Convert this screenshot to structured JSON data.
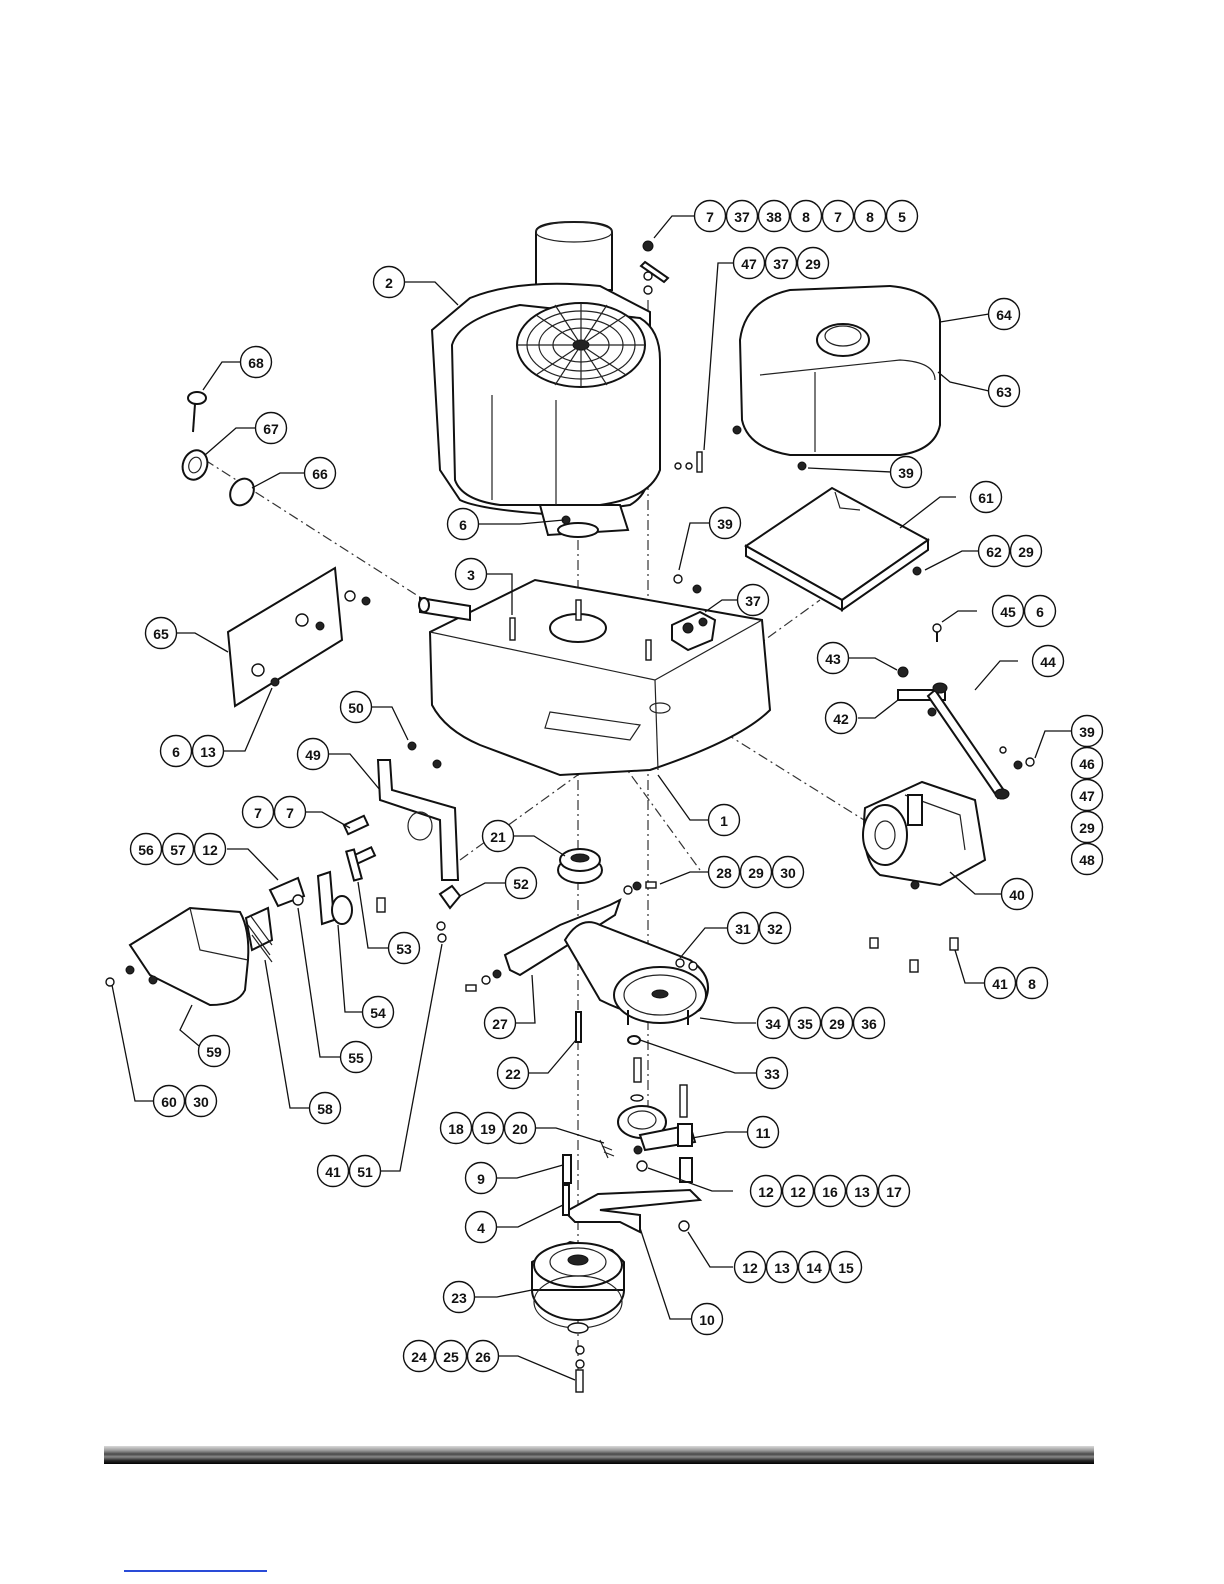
{
  "callouts": [
    {
      "labels": [
        "7",
        "37",
        "38",
        "8",
        "7",
        "8",
        "5"
      ]
    },
    {
      "labels": [
        "47",
        "37",
        "29"
      ]
    },
    {
      "labels": [
        "2"
      ]
    },
    {
      "labels": [
        "64"
      ]
    },
    {
      "labels": [
        "63"
      ]
    },
    {
      "labels": [
        "68"
      ]
    },
    {
      "labels": [
        "67"
      ]
    },
    {
      "labels": [
        "66"
      ]
    },
    {
      "labels": [
        "39"
      ]
    },
    {
      "labels": [
        "6"
      ]
    },
    {
      "labels": [
        "39"
      ]
    },
    {
      "labels": [
        "61"
      ]
    },
    {
      "labels": [
        "62",
        "29"
      ]
    },
    {
      "labels": [
        "3"
      ]
    },
    {
      "labels": [
        "37"
      ]
    },
    {
      "labels": [
        "45",
        "6"
      ]
    },
    {
      "labels": [
        "65"
      ]
    },
    {
      "labels": [
        "43"
      ]
    },
    {
      "labels": [
        "44"
      ]
    },
    {
      "labels": [
        "42"
      ]
    },
    {
      "labels": [
        "50"
      ]
    },
    {
      "labels": [
        "6",
        "13"
      ]
    },
    {
      "labels": [
        "49"
      ]
    },
    {
      "labels": [
        "39",
        "46",
        "47",
        "29",
        "48"
      ]
    },
    {
      "labels": [
        "7",
        "7"
      ]
    },
    {
      "labels": [
        "1"
      ]
    },
    {
      "labels": [
        "21"
      ]
    },
    {
      "labels": [
        "56",
        "57",
        "12"
      ]
    },
    {
      "labels": [
        "28",
        "29",
        "30"
      ]
    },
    {
      "labels": [
        "52"
      ]
    },
    {
      "labels": [
        "40"
      ]
    },
    {
      "labels": [
        "31",
        "32"
      ]
    },
    {
      "labels": [
        "53"
      ]
    },
    {
      "labels": [
        "41",
        "8"
      ]
    },
    {
      "labels": [
        "54"
      ]
    },
    {
      "labels": [
        "27"
      ]
    },
    {
      "labels": [
        "34",
        "35",
        "29",
        "36"
      ]
    },
    {
      "labels": [
        "59"
      ]
    },
    {
      "labels": [
        "55"
      ]
    },
    {
      "labels": [
        "22"
      ]
    },
    {
      "labels": [
        "33"
      ]
    },
    {
      "labels": [
        "60",
        "30"
      ]
    },
    {
      "labels": [
        "58"
      ]
    },
    {
      "labels": [
        "18",
        "19",
        "20"
      ]
    },
    {
      "labels": [
        "11"
      ]
    },
    {
      "labels": [
        "41",
        "51"
      ]
    },
    {
      "labels": [
        "9"
      ]
    },
    {
      "labels": [
        "12",
        "12",
        "16",
        "13",
        "17"
      ]
    },
    {
      "labels": [
        "4"
      ]
    },
    {
      "labels": [
        "12",
        "13",
        "14",
        "15"
      ]
    },
    {
      "labels": [
        "23"
      ]
    },
    {
      "labels": [
        "10"
      ]
    },
    {
      "labels": [
        "24",
        "25",
        "26"
      ]
    }
  ]
}
